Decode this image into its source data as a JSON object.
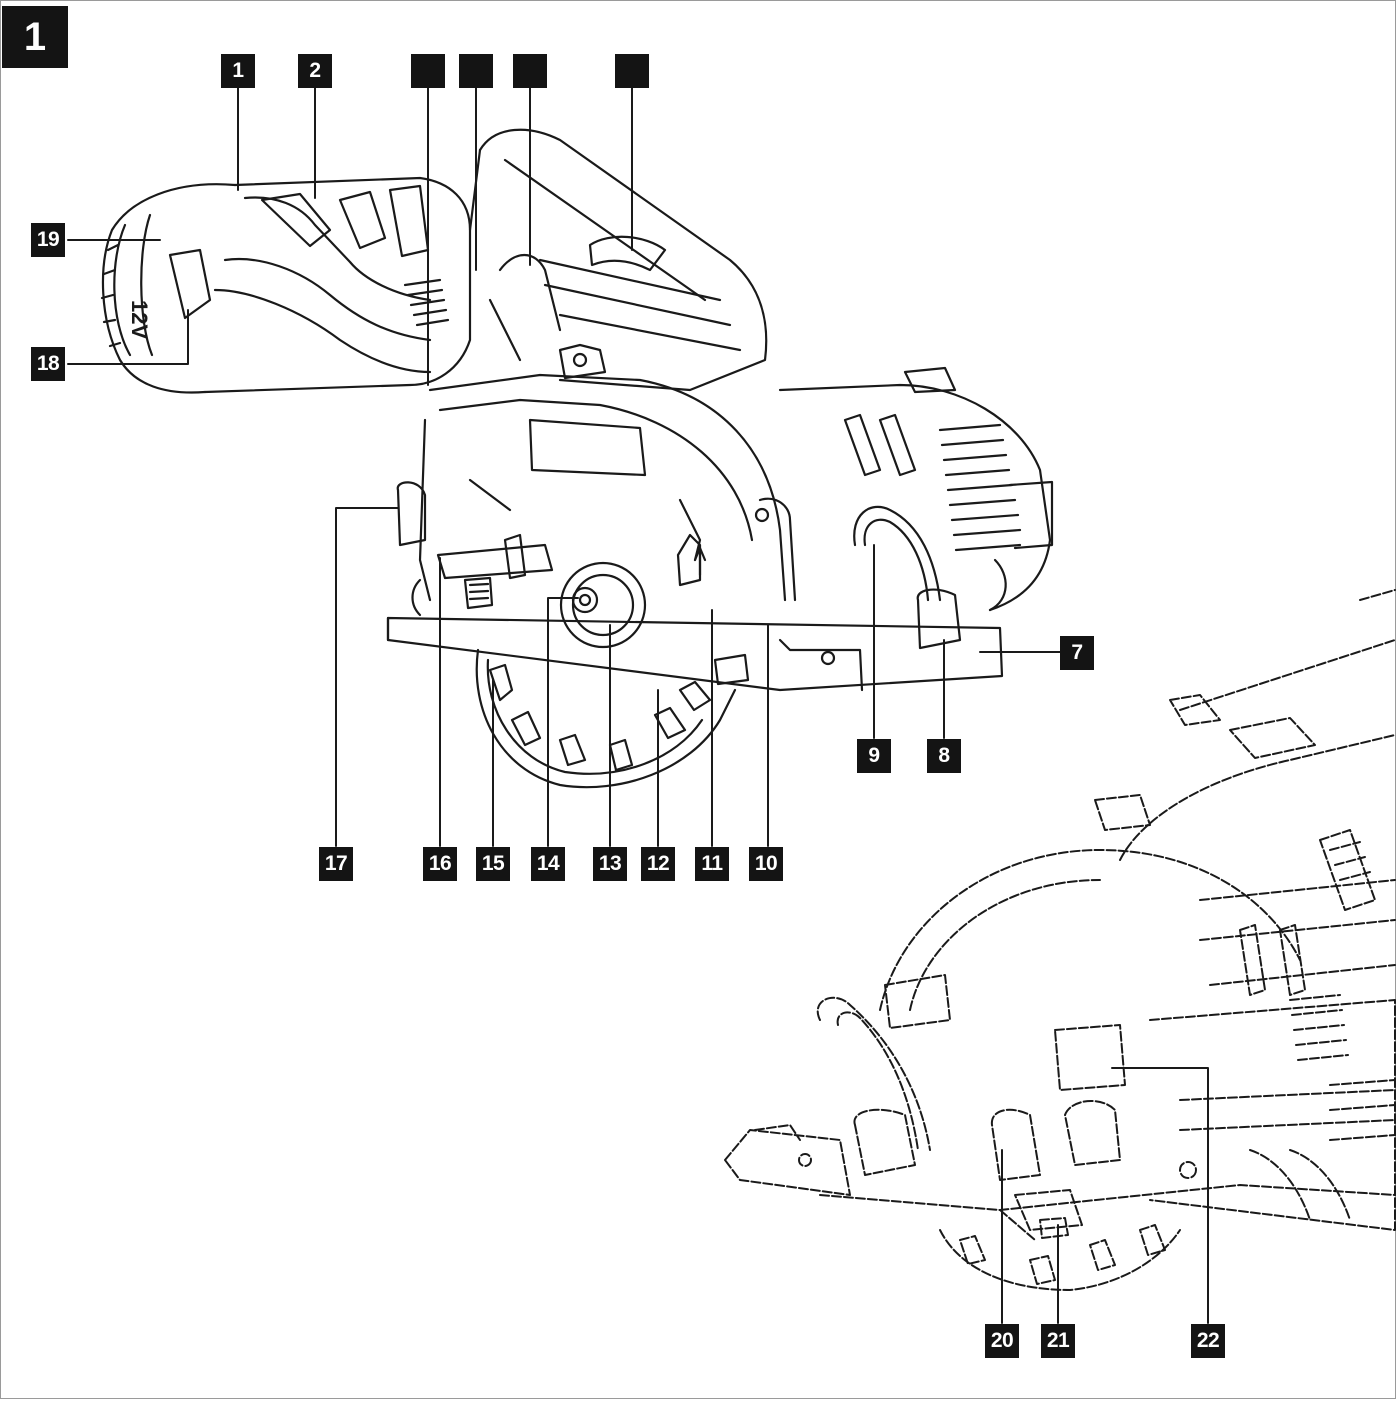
{
  "figure": {
    "number": "1"
  },
  "callouts": [
    {
      "id": "c1",
      "label": "1"
    },
    {
      "id": "c2",
      "label": "2"
    },
    {
      "id": "c3",
      "label": ""
    },
    {
      "id": "c4",
      "label": ""
    },
    {
      "id": "c5",
      "label": ""
    },
    {
      "id": "c6",
      "label": ""
    },
    {
      "id": "c7",
      "label": "7"
    },
    {
      "id": "c8",
      "label": "8"
    },
    {
      "id": "c9",
      "label": "9"
    },
    {
      "id": "c10",
      "label": "10"
    },
    {
      "id": "c11",
      "label": "11"
    },
    {
      "id": "c12",
      "label": "12"
    },
    {
      "id": "c13",
      "label": "13"
    },
    {
      "id": "c14",
      "label": "14"
    },
    {
      "id": "c15",
      "label": "15"
    },
    {
      "id": "c16",
      "label": "16"
    },
    {
      "id": "c17",
      "label": "17"
    },
    {
      "id": "c18",
      "label": "18"
    },
    {
      "id": "c19",
      "label": "19"
    },
    {
      "id": "c20",
      "label": "20"
    },
    {
      "id": "c21",
      "label": "21"
    },
    {
      "id": "c22",
      "label": "22"
    }
  ],
  "battery_marking": "12V",
  "colors": {
    "badge": "#141414",
    "badge_text": "#ffffff",
    "line": "#1a1a1a",
    "background": "#ffffff"
  }
}
